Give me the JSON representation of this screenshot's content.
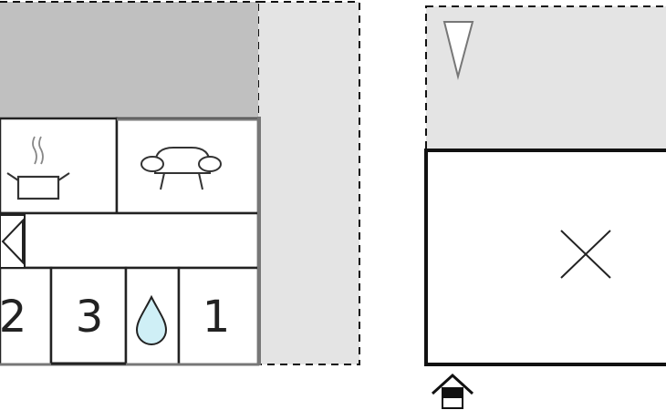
{
  "floorplan": {
    "room_numbers": [
      "2",
      "3",
      "1"
    ],
    "icons": [
      "cooking-pot-icon",
      "sofa-icon",
      "water-drop-icon",
      "triangle-marker-icon",
      "cross-mark-icon",
      "entrance-house-icon",
      "door-arrow-icon"
    ],
    "colors": {
      "wall": "#222222",
      "dark_fill": "#c0c0c0",
      "light_fill": "#e4e4e4",
      "water": "#cfeff6",
      "dashed_outline": "#111111"
    }
  }
}
